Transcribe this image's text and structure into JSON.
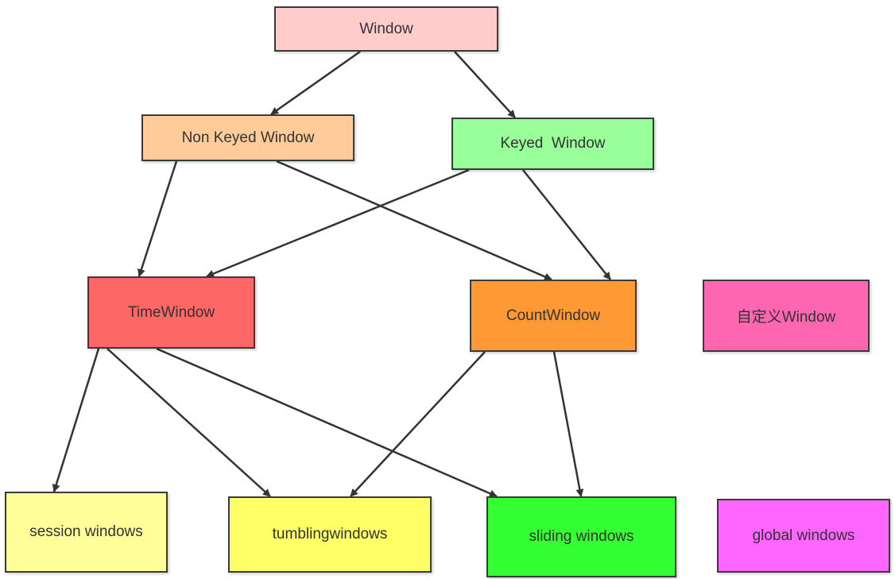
{
  "nodes": {
    "window": {
      "label": "Window",
      "color": "#FFCCCC"
    },
    "non_keyed": {
      "label": "Non Keyed Window",
      "color": "#FFCC99"
    },
    "keyed": {
      "label": "Keyed  Window",
      "color": "#99FF99"
    },
    "time_window": {
      "label": "TimeWindow",
      "color": "#FF6666"
    },
    "count_window": {
      "label": "CountWindow",
      "color": "#FF9933"
    },
    "custom_window": {
      "label": "自定义Window",
      "color": "#FF66B2"
    },
    "session": {
      "label": "session windows",
      "color": "#FFFF99"
    },
    "tumbling": {
      "label": "tumblingwindows",
      "color": "#FFFF66"
    },
    "sliding": {
      "label": "sliding windows",
      "color": "#33FF33"
    },
    "global": {
      "label": "global windows",
      "color": "#FF66FF"
    }
  },
  "edges": [
    {
      "from": "window",
      "to": "non_keyed"
    },
    {
      "from": "window",
      "to": "keyed"
    },
    {
      "from": "non_keyed",
      "to": "time_window"
    },
    {
      "from": "non_keyed",
      "to": "count_window"
    },
    {
      "from": "keyed",
      "to": "time_window"
    },
    {
      "from": "keyed",
      "to": "count_window"
    },
    {
      "from": "time_window",
      "to": "session"
    },
    {
      "from": "time_window",
      "to": "tumbling"
    },
    {
      "from": "time_window",
      "to": "sliding"
    },
    {
      "from": "count_window",
      "to": "tumbling"
    },
    {
      "from": "count_window",
      "to": "sliding"
    }
  ],
  "edge_color": "#333333"
}
